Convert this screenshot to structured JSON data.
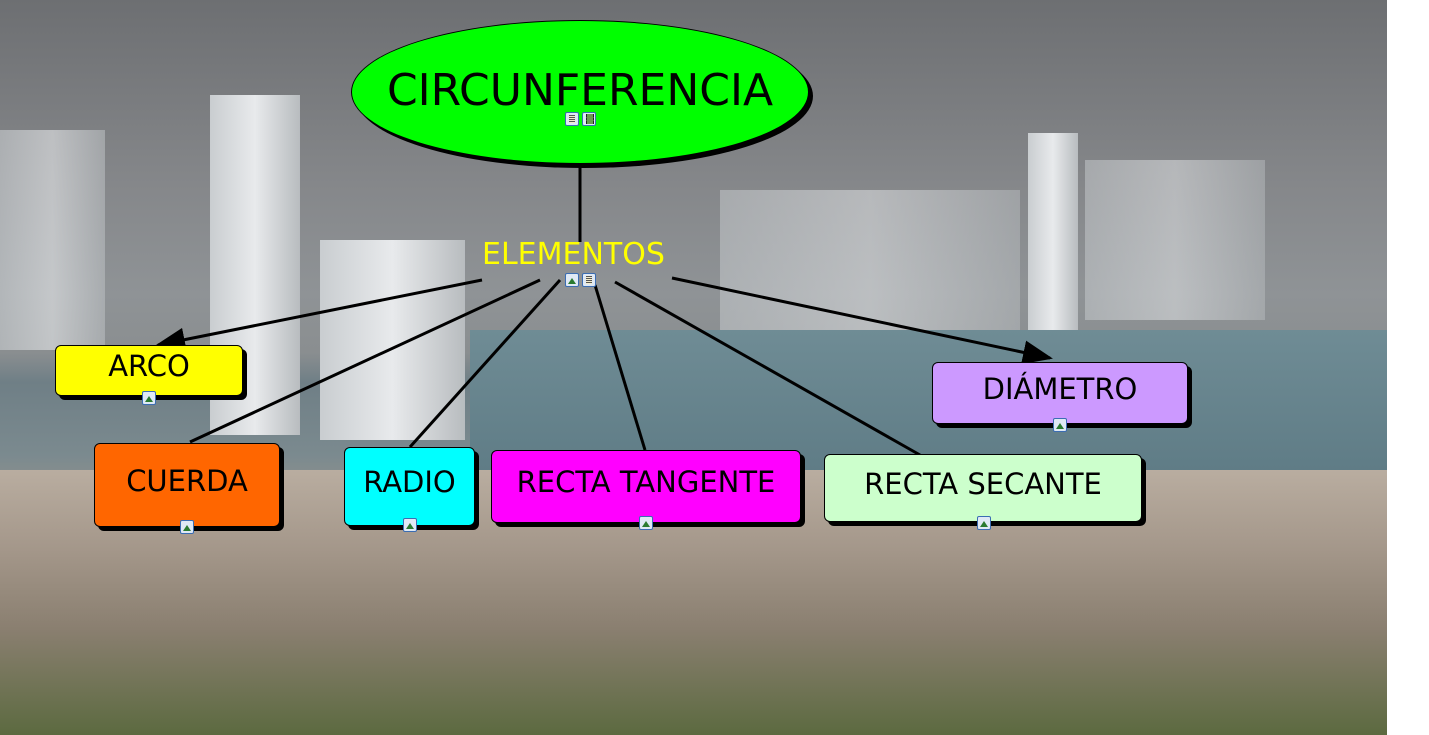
{
  "root": {
    "label": "CIRCUNFERENCIA",
    "color": "#00ff00"
  },
  "linking": {
    "label": "ELEMENTOS",
    "color": "#ffff00"
  },
  "concepts": [
    {
      "label": "ARCO",
      "color": "#ffff00"
    },
    {
      "label": "CUERDA",
      "color": "#ff6600"
    },
    {
      "label": "RADIO",
      "color": "#00ffff"
    },
    {
      "label": "RECTA TANGENTE",
      "color": "#ff00ff"
    },
    {
      "label": "RECTA SECANTE",
      "color": "#ccffcc"
    },
    {
      "label": "DIÁMETRO",
      "color": "#cc99ff"
    }
  ],
  "icons": {
    "image": "image-resource-icon",
    "doc": "document-resource-icon",
    "video": "video-resource-icon"
  }
}
